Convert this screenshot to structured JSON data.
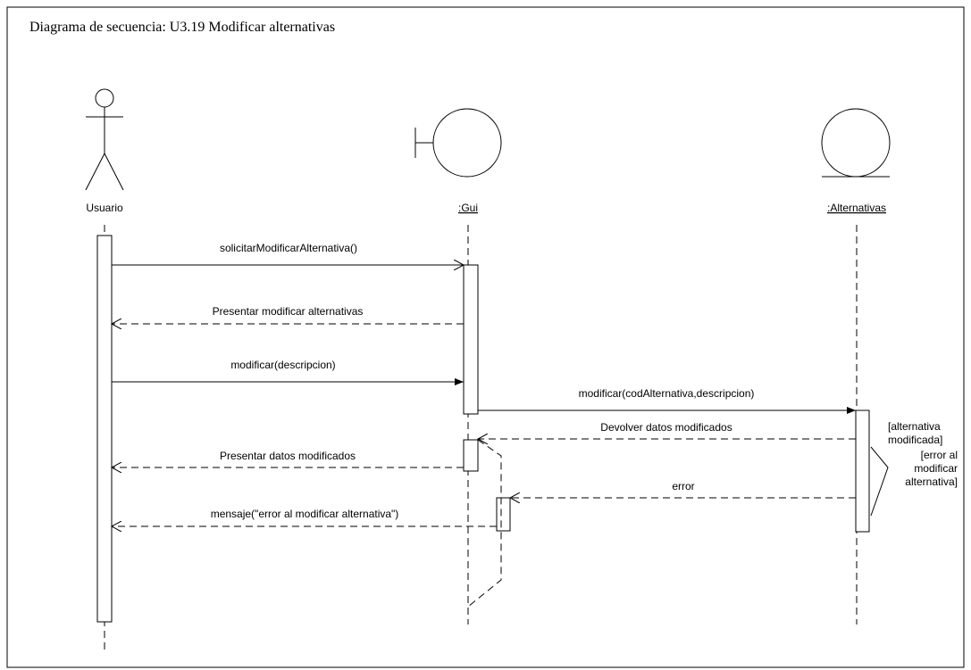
{
  "diagram": {
    "title": "Diagrama de secuencia: U3.19 Modificar alternativas",
    "participants": [
      {
        "id": "usuario",
        "kind": "actor",
        "label": "Usuario"
      },
      {
        "id": "gui",
        "kind": "boundary",
        "label": ":Gui"
      },
      {
        "id": "alternativas",
        "kind": "entity",
        "label": ":Alternativas"
      }
    ],
    "messages": [
      {
        "label": "solicitarModificarAlternativa()",
        "from": "usuario",
        "to": "gui",
        "type": "call"
      },
      {
        "label": "Presentar modificar alternativas",
        "from": "gui",
        "to": "usuario",
        "type": "return"
      },
      {
        "label": "modificar(descripcion)",
        "from": "usuario",
        "to": "gui",
        "type": "call"
      },
      {
        "label": "modificar(codAlternativa,descripcion)",
        "from": "gui",
        "to": "alternativas",
        "type": "call"
      },
      {
        "label": "Devolver datos modificados",
        "from": "alternativas",
        "to": "gui",
        "type": "return"
      },
      {
        "label": "Presentar datos modificados",
        "from": "gui",
        "to": "usuario",
        "type": "return"
      },
      {
        "label": "error",
        "from": "alternativas",
        "to": "gui",
        "type": "return"
      },
      {
        "label": "mensaje(\"error al modificar alternativa\")",
        "from": "gui",
        "to": "usuario",
        "type": "return"
      }
    ],
    "guards": {
      "success": [
        "[alternativa",
        "modificada]"
      ],
      "error": [
        "[error al",
        "modificar",
        "alternativa]"
      ]
    }
  }
}
